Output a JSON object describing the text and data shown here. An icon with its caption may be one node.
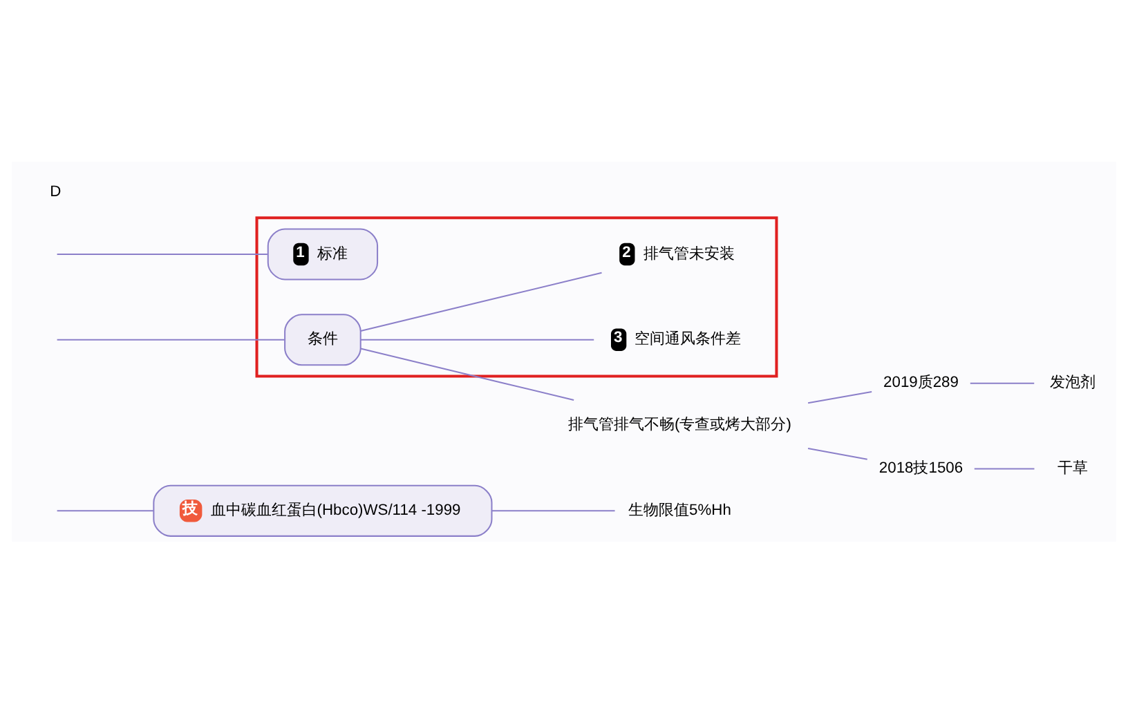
{
  "diagram": {
    "nodes": [
      {
        "text": [
          "技",
          "血中碳血红蛋白(Hbco)WS/114 -1999"
        ]
      },
      {
        "text": [
          "生物限值5%Hh"
        ]
      },
      {
        "text": [],
        "shape": "box"
      },
      {
        "text": [
          "1",
          "标准"
        ],
        "in": 2
      },
      {
        "text": [
          "条件"
        ],
        "in": 2
      },
      {
        "text": [
          "3",
          "空间通风条件差"
        ],
        "in": 2
      },
      {
        "text": [
          "2",
          "排气管未安装"
        ],
        "in": 2
      },
      {
        "text": [
          "排气管排气不畅(专查或烤大部分)"
        ]
      },
      {
        "text": [
          "2019质289"
        ]
      },
      {
        "text": [
          "发泡剂"
        ]
      },
      {
        "text": [
          "2018技1506"
        ]
      },
      {
        "text": [
          "干草"
        ]
      }
    ],
    "edges": [
      {
        "from": null,
        "to": 0,
        "arrow": "none"
      },
      {
        "from": 0,
        "to": 1,
        "arrow": "none"
      },
      {
        "from": null,
        "to": 3,
        "arrow": "none"
      },
      {
        "from": null,
        "to": 4,
        "arrow": "none"
      },
      {
        "from": 4,
        "to": 5,
        "arrow": "none"
      },
      {
        "from": 4,
        "to": 6,
        "arrow": "none"
      },
      {
        "from": 4,
        "to": 7,
        "arrow": "none"
      },
      {
        "from": 7,
        "to": 8,
        "arrow": "none"
      },
      {
        "from": 8,
        "to": 9,
        "arrow": "none"
      },
      {
        "from": 7,
        "to": 10,
        "arrow": "none"
      },
      {
        "from": 10,
        "to": 11,
        "arrow": "none"
      }
    ],
    "labels": [
      "D"
    ]
  }
}
